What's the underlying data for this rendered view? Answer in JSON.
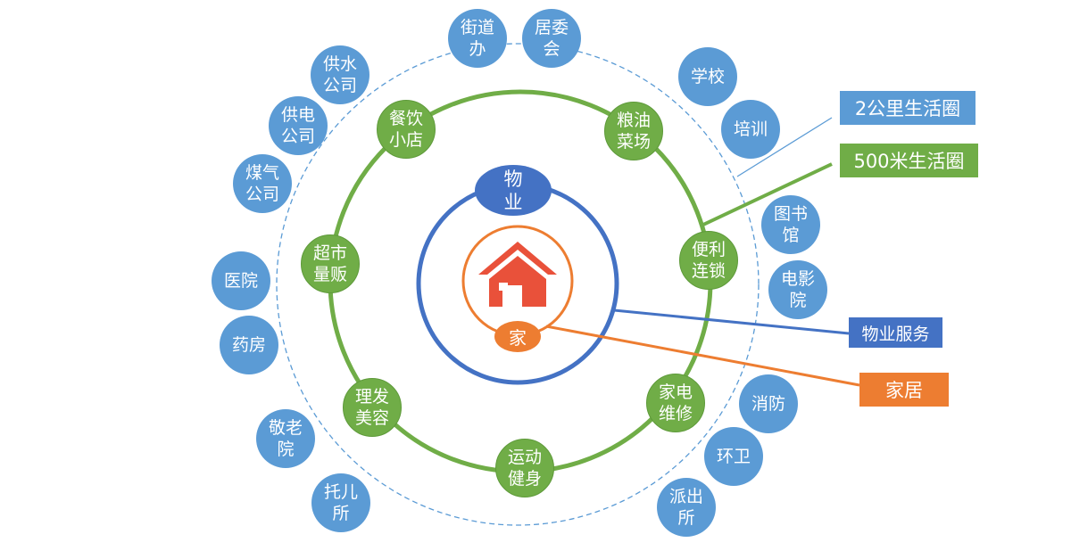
{
  "center": {
    "home_label": "家",
    "property_label": "物业"
  },
  "green_nodes": [
    "餐饮小店",
    "粮油菜场",
    "超市量贩",
    "便利连锁",
    "理发美容",
    "家电维修",
    "运动健身"
  ],
  "blue_nodes": [
    "街道办",
    "居委会",
    "供水公司",
    "供电公司",
    "煤气公司",
    "学校",
    "培训",
    "图书馆",
    "电影院",
    "医院",
    "药房",
    "敬老院",
    "托儿所",
    "消防",
    "环卫",
    "派出所"
  ],
  "legend": {
    "circle_2km": "2公里生活圈",
    "circle_500m": "500米生活圈",
    "property_service": "物业服务",
    "home_furnishing": "家居"
  },
  "colors": {
    "blue_dark": "#4472c4",
    "blue_light": "#5b9bd5",
    "green": "#70ad47",
    "orange": "#ed7d31",
    "house": "#e9513a"
  }
}
